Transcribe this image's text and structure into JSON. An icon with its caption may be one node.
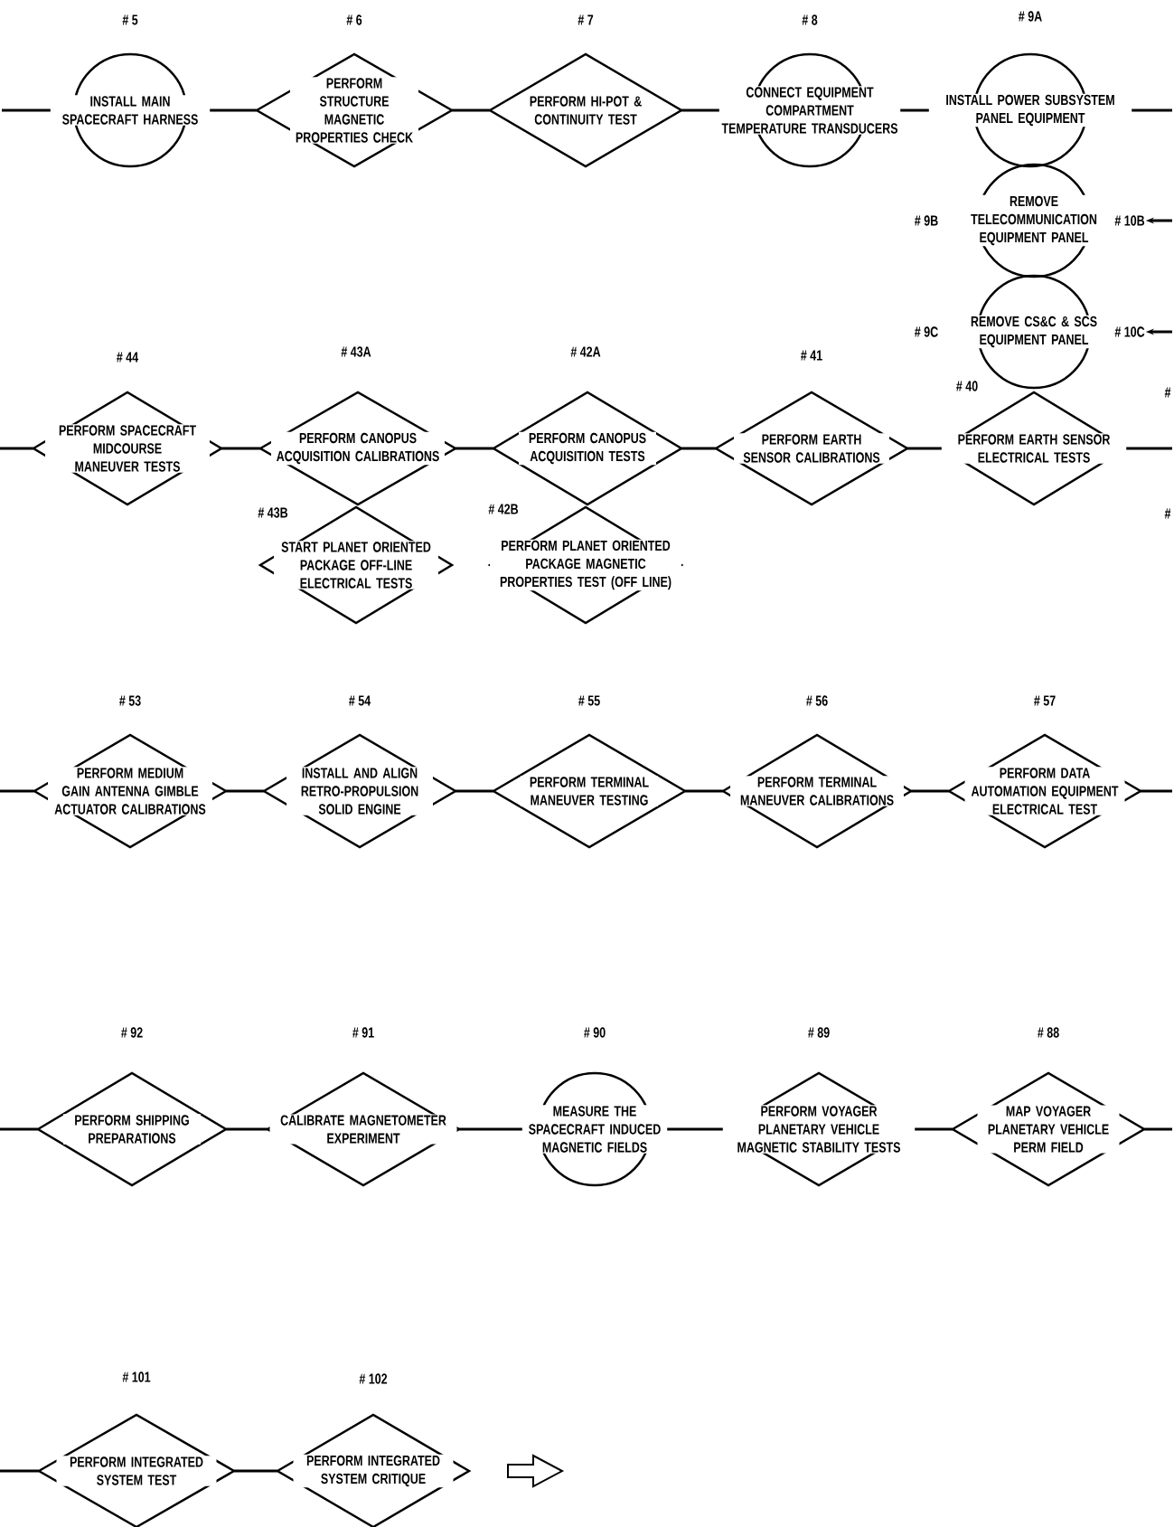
{
  "diagram": {
    "nodes": [
      {
        "text": [
          "# 5",
          "INSTALL MAIN SPACECRAFT HARNESS"
        ]
      },
      {
        "text": [
          "# 6",
          "PERFORM STRUCTURE MAGNETIC PROPERTIES CHECK"
        ]
      },
      {
        "text": [
          "# 7",
          "PERFORM HI-POT & CONTINUITY TEST"
        ]
      },
      {
        "text": [
          "# 8",
          "CONNECT EQUIPMENT COMPARTMENT TEMPERATURE TRANSDUCERS"
        ]
      },
      {
        "text": [
          "# 9A",
          "INSTALL POWER SUBSYSTEM PANEL EQUIPMENT"
        ]
      },
      {
        "text": [
          "# 9B",
          "REMOVE TELECOMMUNICATION EQUIPMENT PANEL"
        ]
      },
      {
        "text": [
          "# 10B"
        ]
      },
      {
        "text": [
          "# 9C",
          "REMOVE CS&C & SCS EQUIPMENT PANEL"
        ]
      },
      {
        "text": [
          "# 10C"
        ]
      },
      {
        "text": [
          "# 44",
          "PERFORM SPACECRAFT MIDCOURSE MANEUVER TESTS"
        ]
      },
      {
        "text": [
          "# 43A",
          "PERFORM CANOPUS ACQUISITION CALIBRATIONS"
        ]
      },
      {
        "text": [
          "# 42A",
          "PERFORM CANOPUS ACQUISITION TESTS"
        ]
      },
      {
        "text": [
          "# 41",
          "PERFORM EARTH SENSOR CALIBRATIONS"
        ]
      },
      {
        "text": [
          "# 40",
          "PERFORM EARTH SENSOR ELECTRICAL TESTS"
        ]
      },
      {
        "text": [
          "# 43B",
          "START PLANET ORIENTED PACKAGE OFF-LINE ELECTRICAL TESTS"
        ]
      },
      {
        "text": [
          "# 42B",
          "PERFORM PLANET ORIENTED PACKAGE MAGNETIC PROPERTIES TEST (OFF LINE)"
        ]
      },
      {
        "text": [
          "# 53",
          "PERFORM MEDIUM GAIN ANTENNA GIMBLE ACTUATOR CALIBRATIONS"
        ]
      },
      {
        "text": [
          "# 54",
          "INSTALL AND ALIGN RETRO-PROPULSION SOLID ENGINE"
        ]
      },
      {
        "text": [
          "# 55",
          "PERFORM TERMINAL MANEUVER TESTING"
        ]
      },
      {
        "text": [
          "# 56",
          "PERFORM TERMINAL MANEUVER CALIBRATIONS"
        ]
      },
      {
        "text": [
          "# 57",
          "PERFORM DATA AUTOMATION EQUIPMENT ELECTRICAL TEST"
        ]
      },
      {
        "text": [
          "# 92",
          "PERFORM SHIPPING PREPARATIONS"
        ]
      },
      {
        "text": [
          "# 91",
          "CALIBRATE MAGNETOMETER EXPERIMENT"
        ]
      },
      {
        "text": [
          "# 90",
          "MEASURE THE SPACECRAFT INDUCED MAGNETIC FIELDS"
        ]
      },
      {
        "text": [
          "# 89",
          "PERFORM VOYAGER PLANETARY VEHICLE MAGNETIC STABILITY TESTS"
        ]
      },
      {
        "text": [
          "# 88",
          "MAP VOYAGER PLANETARY VEHICLE PERM FIELD"
        ]
      },
      {
        "text": [
          "# 101",
          "PERFORM INTEGRATED SYSTEM TEST"
        ]
      },
      {
        "text": [
          "# 102",
          "PERFORM INTEGRATED SYSTEM CRITIQUE"
        ]
      }
    ],
    "edges": [
      {
        "from": null,
        "to": 0,
        "arrow": "none"
      },
      {
        "from": 0,
        "to": 1,
        "arrow": "none"
      },
      {
        "from": 1,
        "to": 2,
        "arrow": "none"
      },
      {
        "from": 2,
        "to": 3,
        "arrow": "none"
      },
      {
        "from": 3,
        "to": 4,
        "arrow": "none"
      },
      {
        "from": null,
        "to": 4,
        "arrow": "none"
      },
      {
        "from": null,
        "to": 6,
        "arrow": "to"
      },
      {
        "from": null,
        "to": 8,
        "arrow": "to"
      },
      {
        "from": null,
        "to": 9,
        "arrow": "none"
      },
      {
        "from": 9,
        "to": 10,
        "arrow": "none"
      },
      {
        "from": 10,
        "to": 11,
        "arrow": "none"
      },
      {
        "from": 11,
        "to": 12,
        "arrow": "none"
      },
      {
        "from": 12,
        "to": 13,
        "arrow": "none"
      },
      {
        "from": 13,
        "to": null,
        "arrow": "none"
      },
      {
        "from": null,
        "to": 16,
        "arrow": "none"
      },
      {
        "from": 16,
        "to": 17,
        "arrow": "none"
      },
      {
        "from": 17,
        "to": 18,
        "arrow": "none"
      },
      {
        "from": 18,
        "to": 19,
        "arrow": "none"
      },
      {
        "from": 19,
        "to": 20,
        "arrow": "none"
      },
      {
        "from": 20,
        "to": null,
        "arrow": "none"
      },
      {
        "from": null,
        "to": 21,
        "arrow": "none"
      },
      {
        "from": 21,
        "to": 22,
        "arrow": "none"
      },
      {
        "from": 22,
        "to": 23,
        "arrow": "none"
      },
      {
        "from": 23,
        "to": 24,
        "arrow": "none"
      },
      {
        "from": 24,
        "to": 25,
        "arrow": "none"
      },
      {
        "from": 25,
        "to": null,
        "arrow": "none"
      },
      {
        "from": null,
        "to": 26,
        "arrow": "none"
      },
      {
        "from": 26,
        "to": 27,
        "arrow": "none"
      }
    ],
    "labels": [
      "#",
      "#"
    ]
  }
}
